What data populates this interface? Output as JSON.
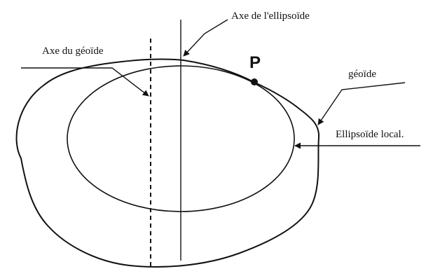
{
  "labels": {
    "axe_ellipsoide": "Axe de l'ellipsoïde",
    "axe_geoide": "Axe du géoïde",
    "point": "P",
    "geoide": "géoïde",
    "ellipsoide_local": "Ellipsoïde local."
  },
  "colors": {
    "ink": "#111111",
    "background": "#ffffff"
  }
}
